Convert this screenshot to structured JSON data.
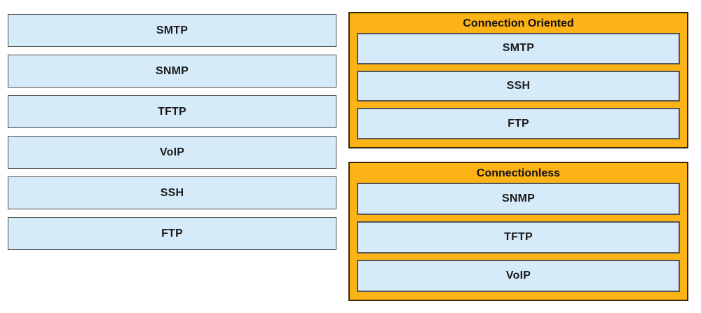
{
  "colors": {
    "item_fill": "#d6ebf9",
    "item_border": "#4a4a4a",
    "group_fill": "#fcb316",
    "group_border": "#33260d",
    "text": "#1b1b1b"
  },
  "source_items": [
    {
      "label": "SMTP"
    },
    {
      "label": "SNMP"
    },
    {
      "label": "TFTP"
    },
    {
      "label": "VoIP"
    },
    {
      "label": "SSH"
    },
    {
      "label": "FTP"
    }
  ],
  "groups": [
    {
      "title": "Connection Oriented",
      "items": [
        "SMTP",
        "SSH",
        "FTP"
      ]
    },
    {
      "title": "Connectionless",
      "items": [
        "SNMP",
        "TFTP",
        "VoIP"
      ]
    }
  ]
}
